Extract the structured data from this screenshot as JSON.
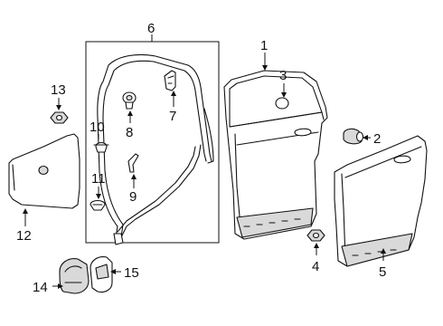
{
  "callouts": {
    "c1": "1",
    "c2": "2",
    "c3": "3",
    "c4": "4",
    "c5": "5",
    "c6": "6",
    "c7": "7",
    "c8": "8",
    "c9": "9",
    "c10": "10",
    "c11": "11",
    "c12": "12",
    "c13": "13",
    "c14": "14",
    "c15": "15"
  },
  "colors": {
    "line": "#111111",
    "fill_grey": "#d9d9d9",
    "background": "#ffffff"
  }
}
